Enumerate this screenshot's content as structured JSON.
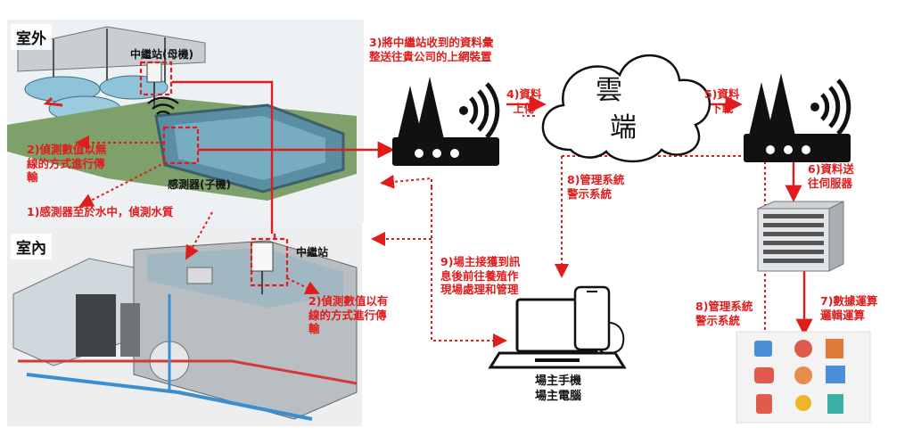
{
  "zones": {
    "outdoor": "室外",
    "indoor": "室內"
  },
  "devices": {
    "master_relay": "中繼站(母機)",
    "sensor_child": "感測器(子機)",
    "indoor_relay": "中繼站",
    "owner_devices_line1": "場主手機",
    "owner_devices_line2": "場主電腦"
  },
  "cloud": {
    "char1": "雲",
    "char2": "端"
  },
  "steps": {
    "s1": "1)感測器至於水中，偵測水質",
    "s2_wireless": "2)偵測數值以無\n線的方式進行傳\n輸",
    "s2_wired": "2)偵測數值以有\n線的方式進行傳\n輸",
    "s3": "3)將中繼站收到的資料彙\n整送往貴公司的上網裝置",
    "s4": "4)資料\n上傳",
    "s5": "5)資料\n下載",
    "s6": "6)資料送\n往伺服器",
    "s7": "7)數據運算\n邏輯運算",
    "s8_left": "8)管理系統\n警示系統",
    "s8_right": "8)管理系統\n警示系統",
    "s9": "9)場主接獲到訊\n息後前往養殖作\n現場處理和管理"
  },
  "colors": {
    "accent_red": "#e01c1c",
    "dark": "#111111"
  },
  "icons": [
    "router-icon",
    "cloud-icon",
    "server-icon",
    "laptop-icon",
    "phone-icon",
    "dashboard-icons"
  ]
}
